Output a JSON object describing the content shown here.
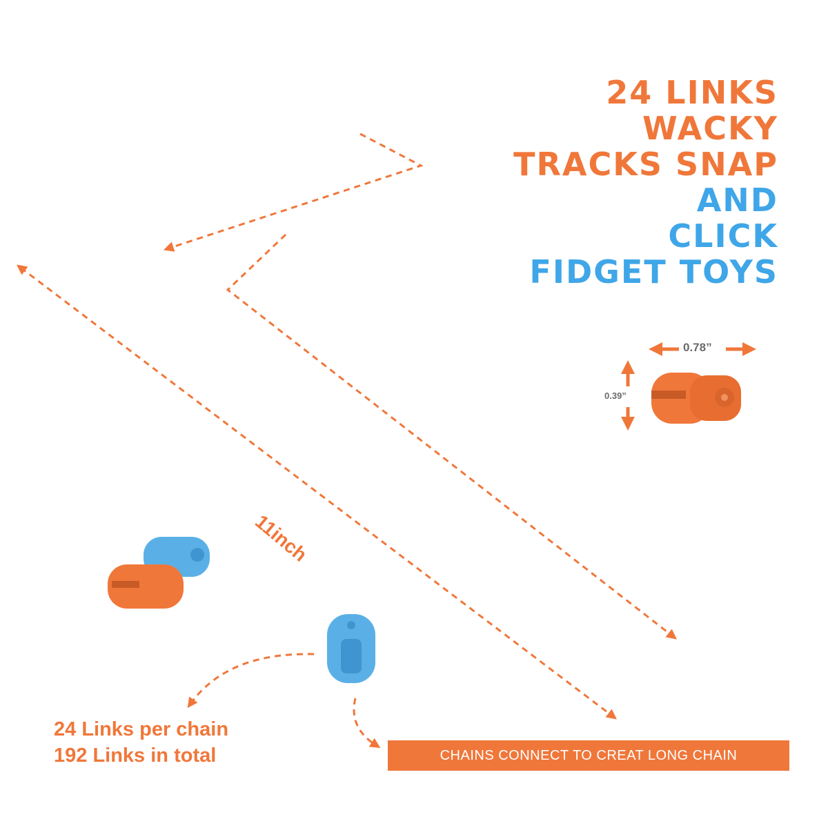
{
  "colors": {
    "orange": "#f0773a",
    "orange_dark": "#d9652c",
    "blue": "#5ab0e6",
    "blue_dark": "#3f95cf",
    "text_grey": "#6a6a6a"
  },
  "headline": {
    "line1": "24 LINKS",
    "line2": "WACKY",
    "line3": "TRACKS SNAP",
    "line4": "AND",
    "line5": "CLICK",
    "line6": "FIDGET TOYS"
  },
  "dimensions": {
    "width": "0.78”",
    "height": "0.39”",
    "length": "11inch"
  },
  "links_info": {
    "per_chain": "24 Links per chain",
    "total": "192 Links in total"
  },
  "banner": "CHAINS CONNECT TO CREAT LONG CHAIN",
  "icons": {
    "chain": "zigzag-chain-icon",
    "single_link": "chain-link-icon",
    "arrow": "dashed-arrow-icon"
  }
}
